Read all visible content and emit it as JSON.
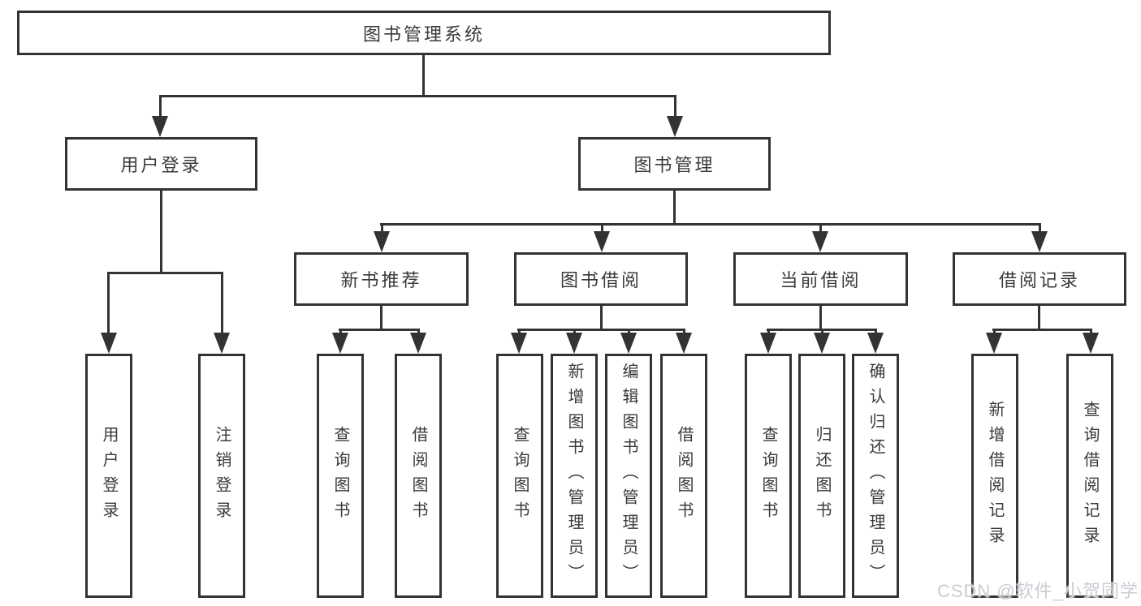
{
  "diagram": {
    "root": {
      "label": "图书管理系统"
    },
    "level2": [
      {
        "label": "用户登录"
      },
      {
        "label": "图书管理"
      }
    ],
    "level3": [
      {
        "label": "新书推荐"
      },
      {
        "label": "图书借阅"
      },
      {
        "label": "当前借阅"
      },
      {
        "label": "借阅记录"
      }
    ],
    "leaves": {
      "user_login": [
        {
          "label": "用户登录"
        },
        {
          "label": "注销登录"
        }
      ],
      "new_book_recommend": [
        {
          "label": "查询图书"
        },
        {
          "label": "借阅图书"
        }
      ],
      "book_borrow": [
        {
          "label": "查询图书"
        },
        {
          "label": "新增图书（管理员）"
        },
        {
          "label": "编辑图书（管理员）"
        },
        {
          "label": "借阅图书"
        }
      ],
      "current_borrow": [
        {
          "label": "查询图书"
        },
        {
          "label": "归还图书"
        },
        {
          "label": "确认归还（管理员）"
        }
      ],
      "borrow_records": [
        {
          "label": "新增借阅记录"
        },
        {
          "label": "查询借阅记录"
        }
      ]
    }
  },
  "watermark": {
    "text": "CSDN @软件_小贺同学"
  },
  "colors": {
    "line": "#333333",
    "text": "#3a3a3a",
    "background": "#ffffff",
    "watermark": "#c9cdd2"
  }
}
